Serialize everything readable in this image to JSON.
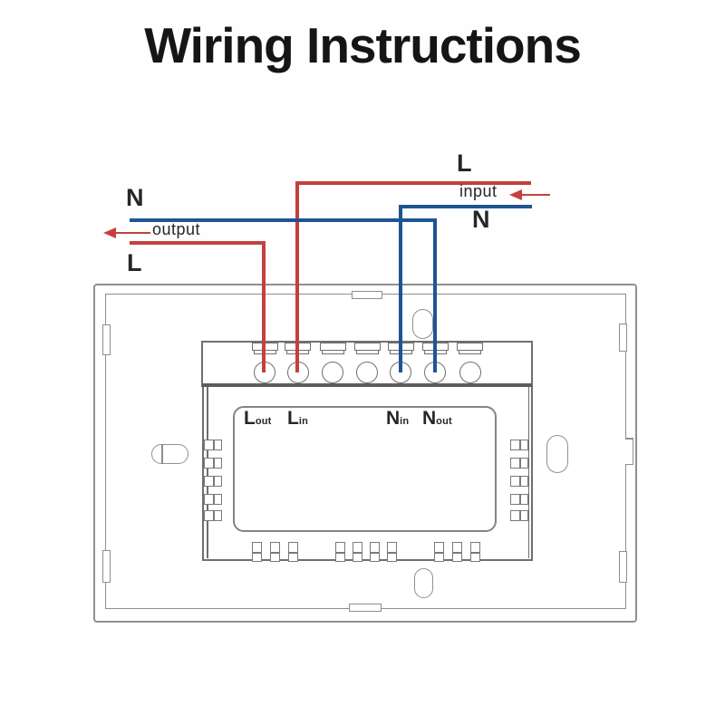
{
  "title": "Wiring Instructions",
  "wires": {
    "input": {
      "live": "L",
      "label": "input",
      "neutral": "N"
    },
    "output": {
      "live": "L",
      "label": "output",
      "neutral": "N"
    }
  },
  "terminals": {
    "count": 7,
    "labels": [
      {
        "main": "L",
        "sub": "out"
      },
      {
        "main": "L",
        "sub": "in"
      },
      {
        "main": "N",
        "sub": "in"
      },
      {
        "main": "N",
        "sub": "out"
      }
    ]
  },
  "colors": {
    "live": "#c4403d",
    "neutral": "#1e5591",
    "outline": "#8f8f8f",
    "outline_dark": "#6f6f6f",
    "text": "#262626"
  }
}
